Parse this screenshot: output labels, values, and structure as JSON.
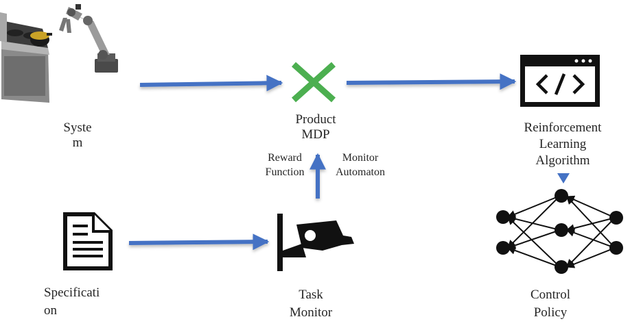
{
  "nodes": {
    "system": {
      "lines": [
        "Syste",
        "m"
      ]
    },
    "product_mdp": {
      "lines": [
        "Product",
        "MDP"
      ]
    },
    "rl_algorithm": {
      "lines": [
        "Reinforcement",
        "Learning",
        "Algorithm"
      ]
    },
    "specification": {
      "lines": [
        "Specificati",
        "on"
      ]
    },
    "task_monitor": {
      "lines": [
        "Task",
        "Monitor"
      ]
    },
    "control_policy": {
      "lines": [
        "Control",
        "Policy"
      ]
    }
  },
  "edge_labels": {
    "reward_function": [
      "Reward",
      "Function"
    ],
    "monitor_automaton": [
      "Monitor",
      "Automaton"
    ]
  },
  "icons": {
    "system": "robot-arm-stove-icon",
    "product_mdp": "cross-icon",
    "rl_algorithm": "code-window-icon",
    "specification": "document-icon",
    "task_monitor": "security-camera-icon",
    "control_policy": "neural-network-icon"
  },
  "colors": {
    "arrow": "#4472c4",
    "cross": "#4caf50",
    "text": "#262626",
    "icon": "#111111"
  }
}
